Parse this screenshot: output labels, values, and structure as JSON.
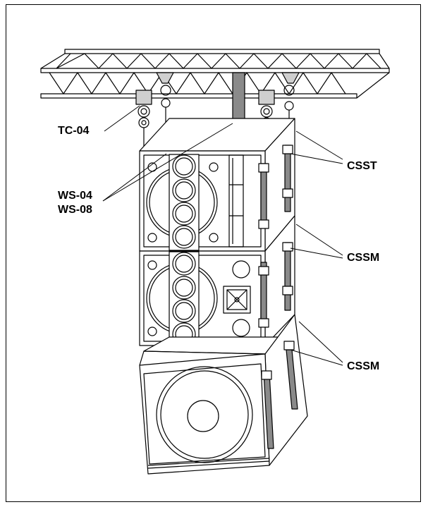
{
  "labels": {
    "tc04": "TC-04",
    "ws04": "WS-04",
    "ws08": "WS-08",
    "csst": "CSST",
    "cssm_upper": "CSSM",
    "cssm_lower": "CSSM"
  },
  "colors": {
    "line": "#000000",
    "panel": "#ffffff",
    "strap": "#8a8a8a",
    "clamp": "#cfcfcf"
  }
}
